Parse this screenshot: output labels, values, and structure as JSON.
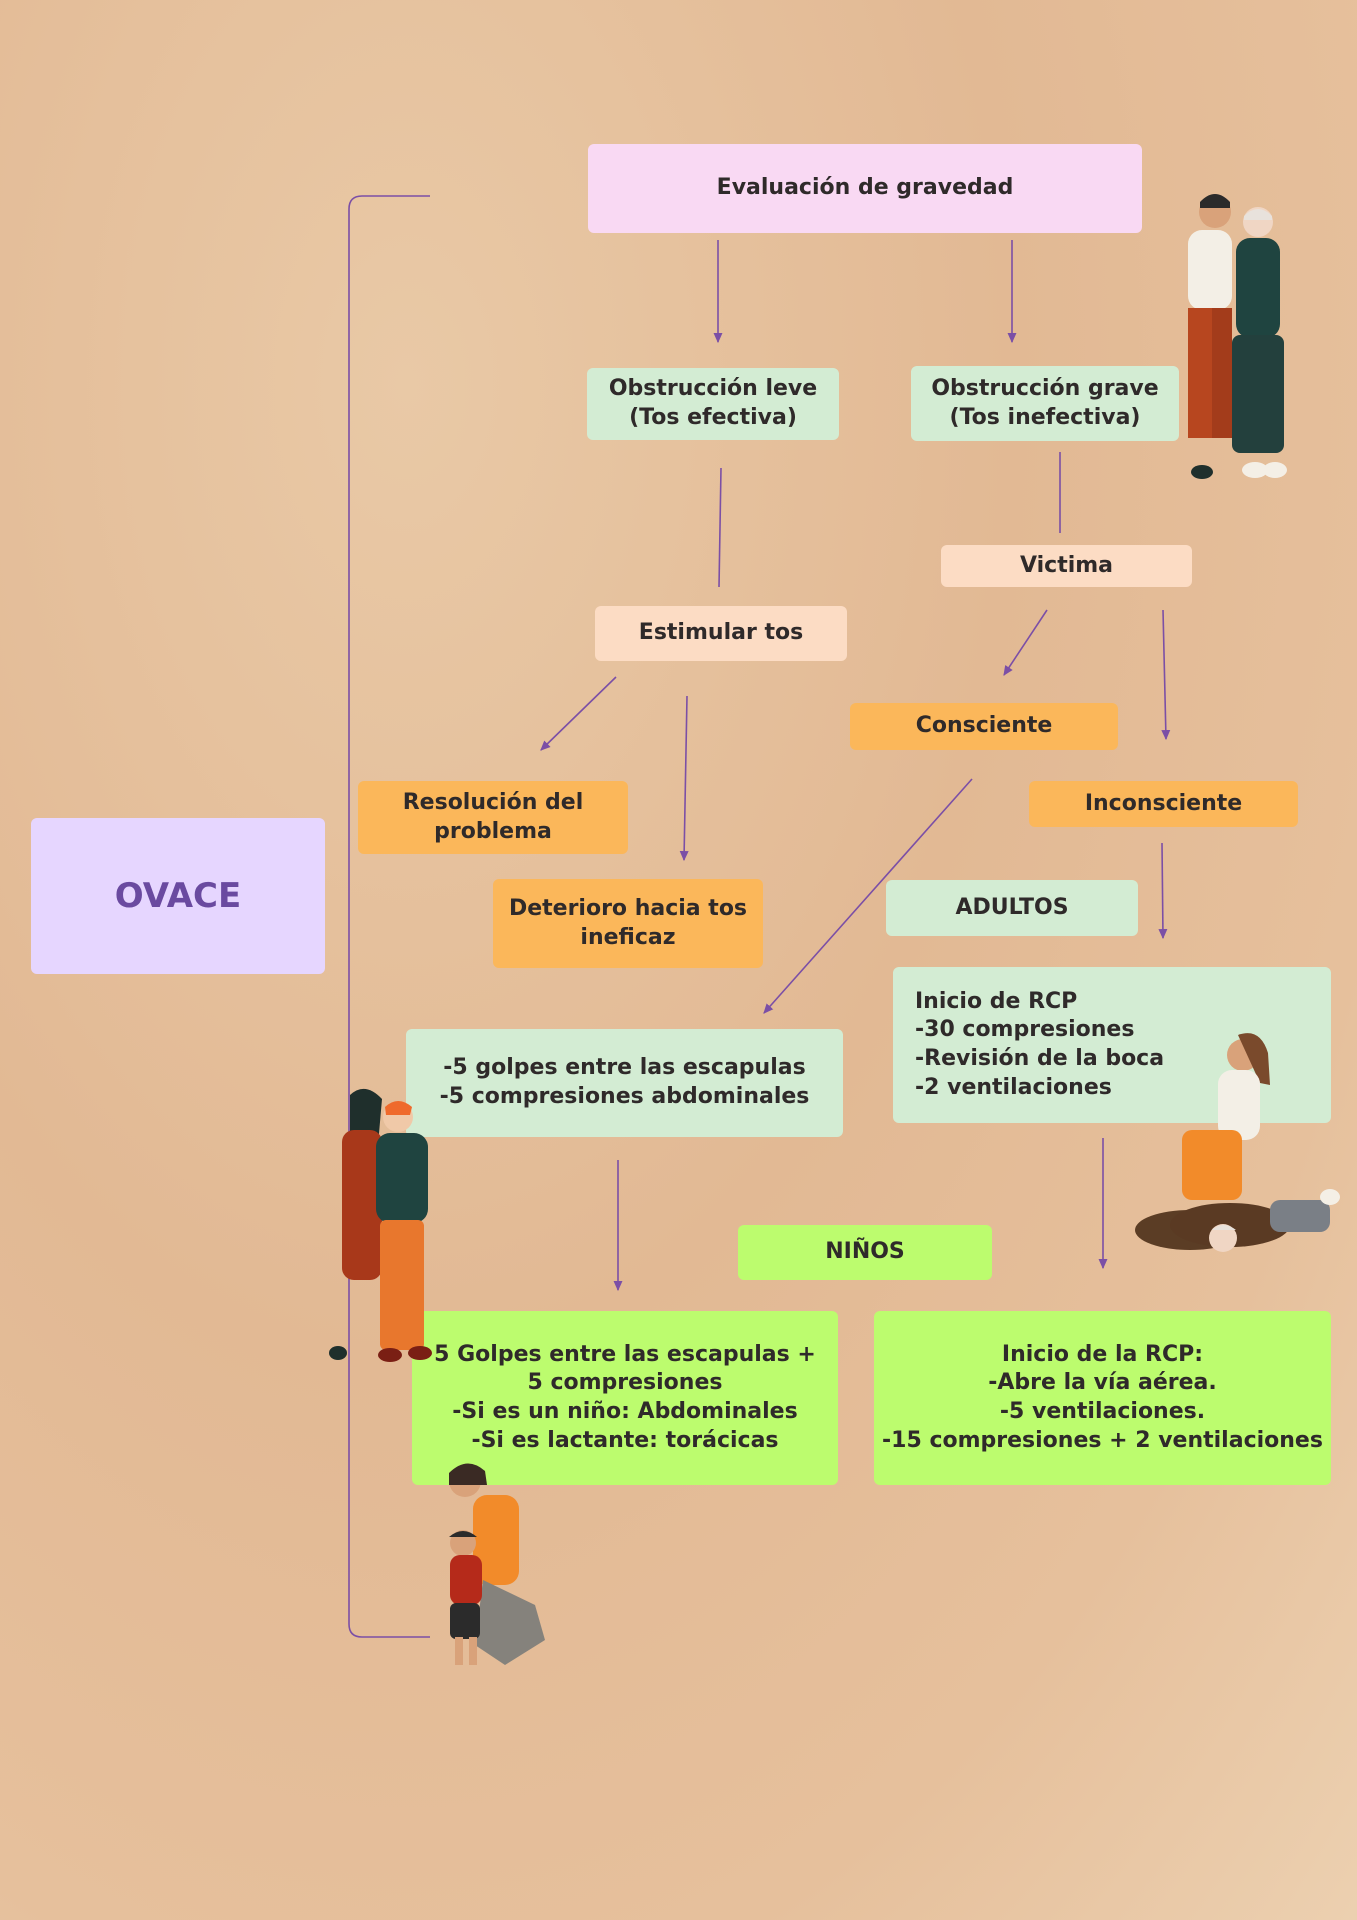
{
  "diagram": {
    "root": "OVACE",
    "assessment": "Evaluación de gravedad",
    "mild": "Obstrucción leve\n(Tos efectiva)",
    "severe": "Obstrucción grave\n(Tos inefectiva)",
    "victim": "Victima",
    "stimulate_cough": "Estimular tos",
    "conscious": "Consciente",
    "resolution": "Resolución del\nproblema",
    "unconscious": "Inconsciente",
    "deterioration": "Deterioro hacia tos\nineficaz",
    "adults_label": "ADULTOS",
    "adults_rcp": "Inicio de RCP\n-30 compresiones\n-Revisión de la boca\n-2 ventilaciones",
    "conscious_actions": "-5 golpes entre las escapulas\n-5 compresiones abdominales",
    "children_label": "NIÑOS",
    "children_actions": "5 Golpes entre las escapulas +\n5 compresiones\n-Si es un niño: Abdominales\n-Si es lactante: torácicas",
    "children_rcp": "Inicio de la RCP:\n-Abre la vía aérea.\n-5 ventilaciones.\n-15 compresiones + 2 ventilaciones"
  },
  "colors": {
    "line": "#7b4fa6",
    "root_text": "#6a4aa0",
    "pink": "#f9d9f3",
    "mint": "#d3ecd3",
    "peach": "#fcdcc4",
    "orange": "#fbb75a",
    "lime": "#bcfc6e",
    "lilac": "#e6d6ff"
  },
  "illustrations": [
    "heimlich-maneuver-illustration",
    "cpr-adult-illustration",
    "standing-choking-illustration",
    "kneeling-child-illustration"
  ]
}
